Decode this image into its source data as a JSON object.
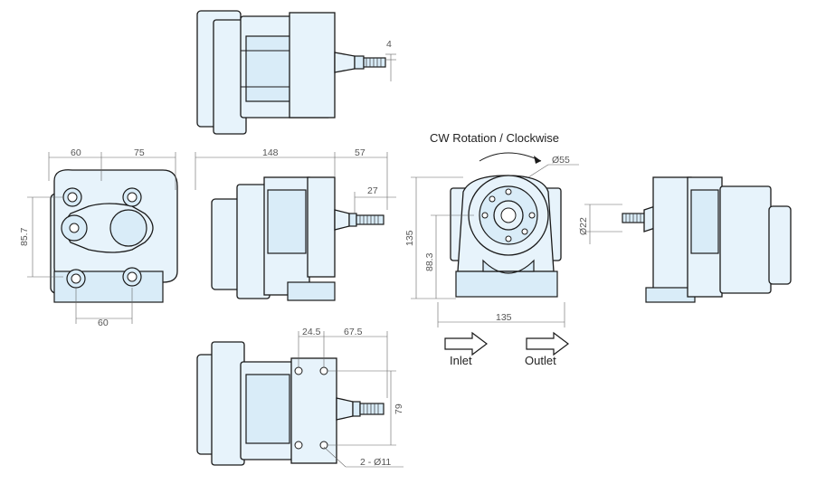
{
  "rotation": {
    "label": "CW Rotation / Clockwise"
  },
  "ports": {
    "inlet": "Inlet",
    "outlet": "Outlet"
  },
  "dims": {
    "front_w1": "60",
    "front_w2": "75",
    "front_h": "85.7",
    "front_bottom": "60",
    "side_len": "148",
    "side_shaft": "57",
    "side_shaft_len": "27",
    "top_key": "4",
    "rear_h": "135",
    "rear_axis": "88.3",
    "rear_w": "135",
    "rear_pcd": "Ø55",
    "shaft_dia": "Ø22",
    "bot_a": "24.5",
    "bot_b": "67.5",
    "bot_h": "79",
    "bot_holes": "2 - Ø11"
  }
}
